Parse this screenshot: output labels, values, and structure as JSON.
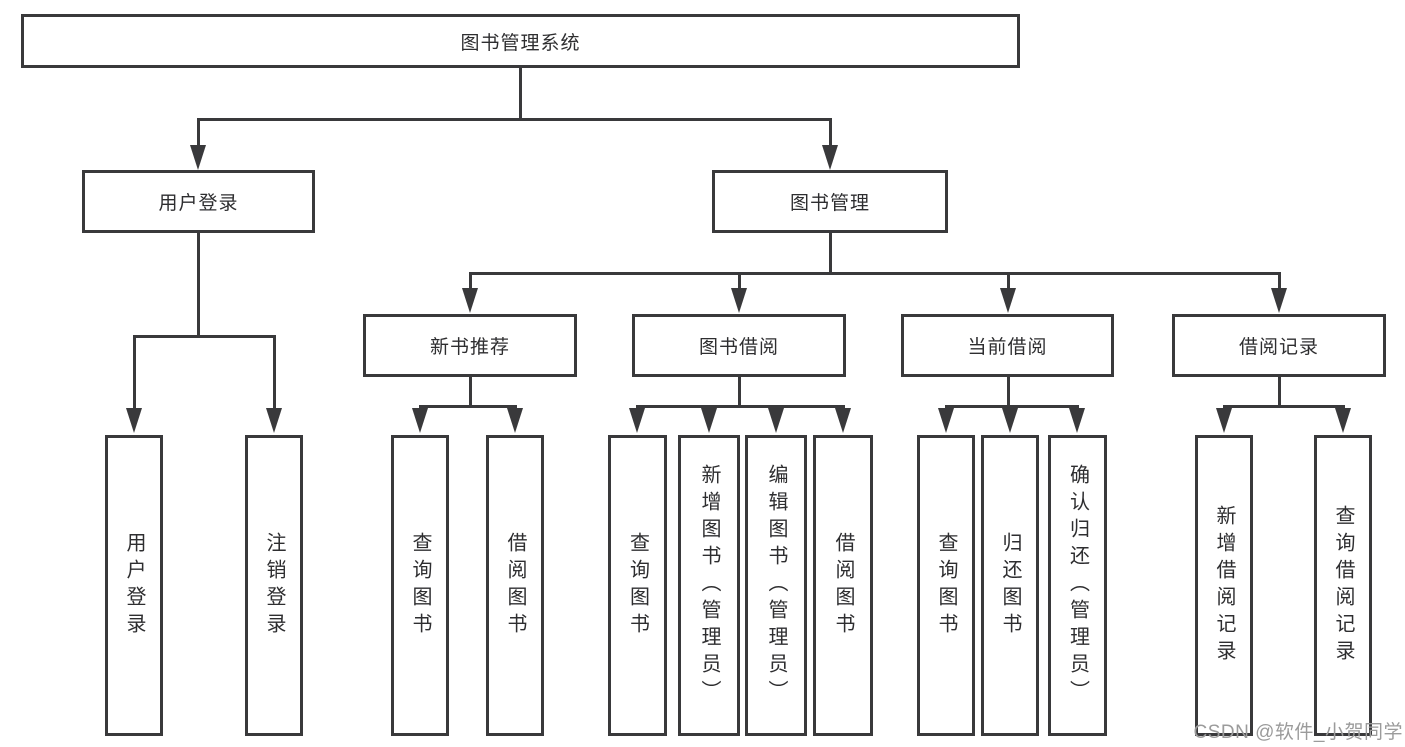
{
  "colors": {
    "background": "#ffffff",
    "line": "#39393b",
    "text": "#2e2e30",
    "watermark": "#9b9b9b"
  },
  "watermark": "CSDN @软件_小贺同学",
  "diagram": {
    "root": "图书管理系统",
    "branches": [
      {
        "label": "用户登录",
        "children": [
          "用户登录",
          "注销登录"
        ]
      },
      {
        "label": "图书管理",
        "sections": [
          {
            "label": "新书推荐",
            "children": [
              "查询图书",
              "借阅图书"
            ]
          },
          {
            "label": "图书借阅",
            "children": [
              "查询图书",
              "新增图书（管理员）",
              "编辑图书（管理员）",
              "借阅图书"
            ]
          },
          {
            "label": "当前借阅",
            "children": [
              "查询图书",
              "归还图书",
              "确认归还（管理员）"
            ]
          },
          {
            "label": "借阅记录",
            "children": [
              "新增借阅记录",
              "查询借阅记录"
            ]
          }
        ]
      }
    ]
  }
}
